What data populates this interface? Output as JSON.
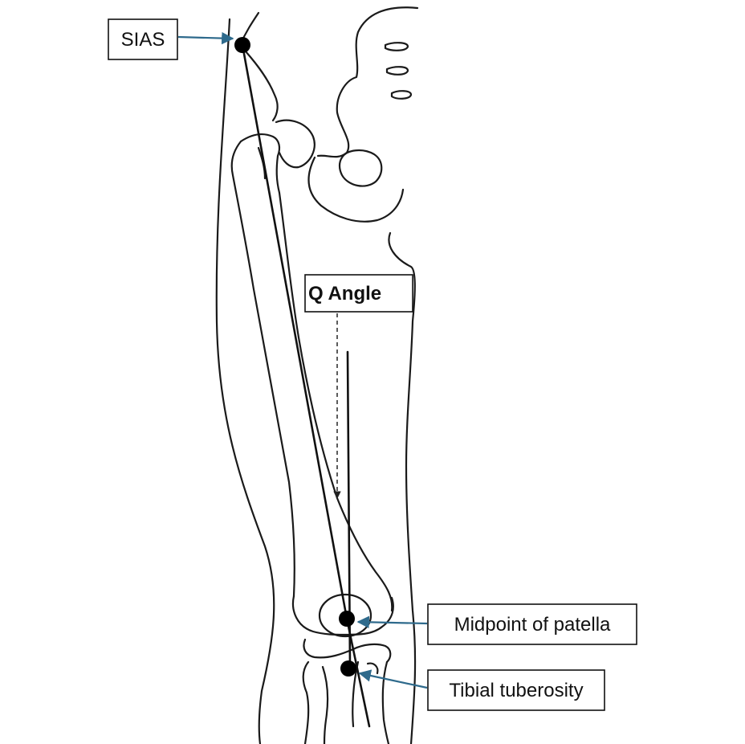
{
  "labels": {
    "sias": "SIAS",
    "q_angle": "Q Angle",
    "patella": "Midpoint of patella",
    "tibial": "Tibial tuberosity"
  },
  "colors": {
    "pointer": "#2e6a8c",
    "ink": "#111111"
  }
}
